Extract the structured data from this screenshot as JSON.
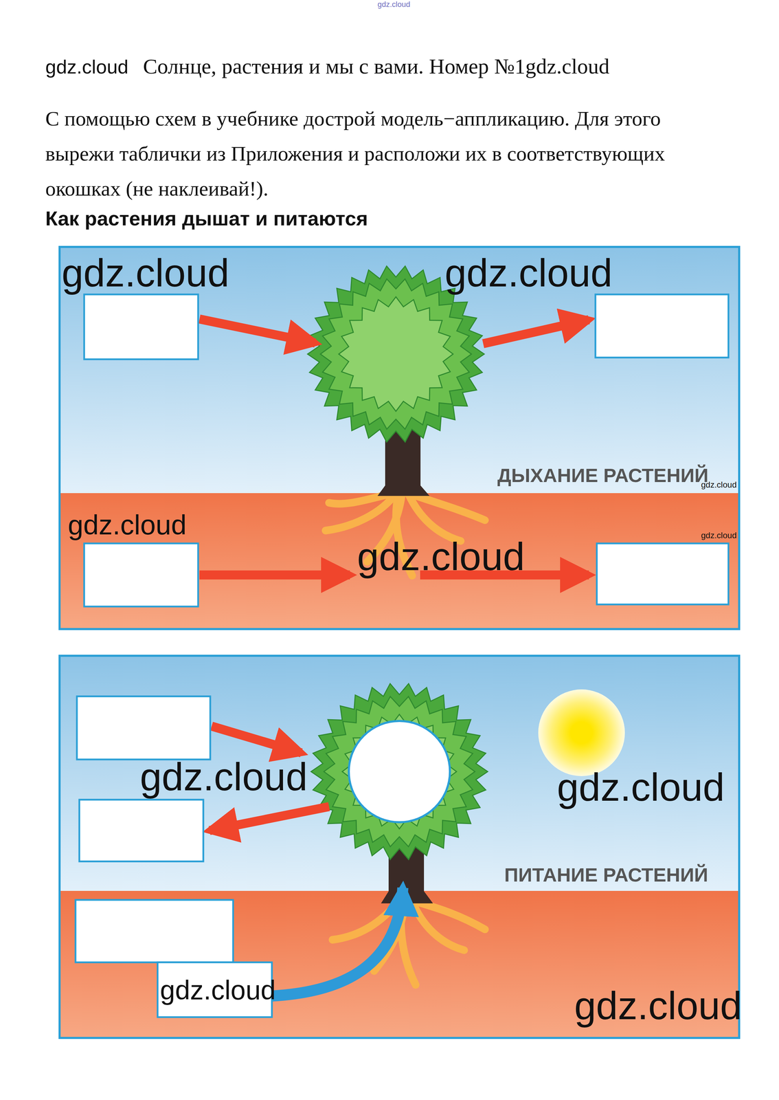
{
  "diagram": {
    "title": "Солнце, растения и мы с вами. Номер №1gdz.cloud",
    "labels": [
      "gdz.cloud",
      "gdz.cloud",
      "С помощью схем в учебнике дострой модель−аппликацию. Для этого вырежи таблички из Приложения и расположи их в соответствующих окошках (не наклеивай!).",
      "Как растения дышат и питаются",
      "gdz.cloud",
      "gdz.cloud",
      "ДЫХАНИЕ РАСТЕНИЙ",
      "gdz.cloud",
      "gdz.cloud",
      "gdz.cloud",
      "gdz.cloud",
      "gdz.cloud",
      "gdz.cloud",
      "ПИТАНИЕ РАСТЕНИЙ",
      "gdz.cloud",
      "gdz.cloud"
    ]
  }
}
